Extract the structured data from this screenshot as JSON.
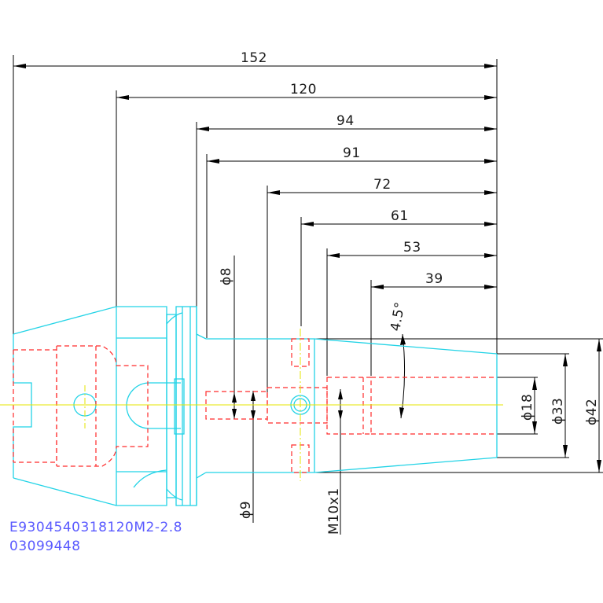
{
  "dimensions": {
    "d152": "152",
    "d120": "120",
    "d94": "94",
    "d91": "91",
    "d72": "72",
    "d61": "61",
    "d53": "53",
    "d39": "39",
    "angle": "4.5°",
    "phi8": "ϕ8",
    "phi9": "ϕ9",
    "thread": "M10x1",
    "phi18": "ϕ18",
    "phi33": "ϕ33",
    "phi42": "ϕ42"
  },
  "part": {
    "code": "E9304540318120M2-2.8",
    "number": "03099448"
  },
  "colors": {
    "outline": "#22d3e6",
    "hidden": "#ff2a2a",
    "centerline": "#e6e600",
    "dimension": "#000000",
    "text": "#5a5aff"
  }
}
